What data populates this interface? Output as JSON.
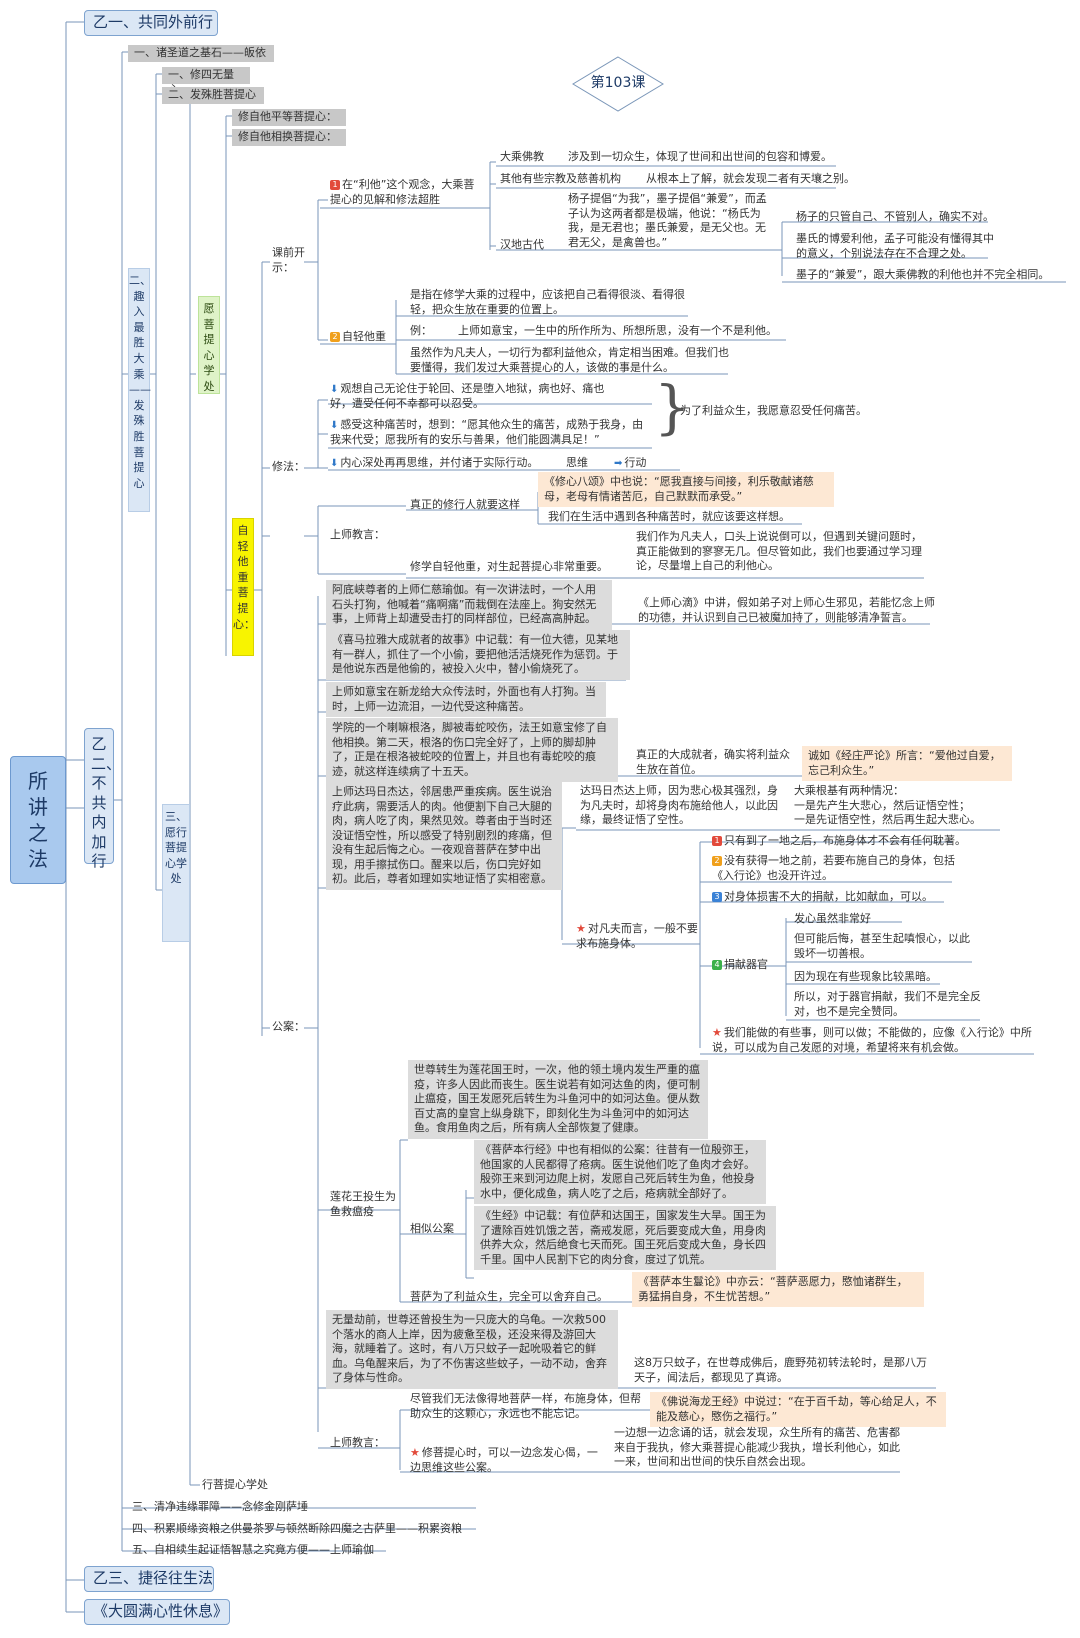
{
  "root": "所讲之法",
  "l1": {
    "common": "乙一、共同外前行",
    "uncommon": "乙二、不共内加行",
    "quick": "乙三、捷径往生法",
    "rest": "《大圆满心性休息》"
  },
  "lesson": "第103课",
  "gray": {
    "g1": "一、诸圣道之基石——皈依",
    "g11": "一、修四无量心",
    "g12": "二、发殊胜菩提心",
    "g13": "修自他平等菩提心：",
    "g14": "修自他相换菩提心："
  },
  "vert": {
    "bodhicitta": "二、趣入最胜大乘——发殊胜菩提心",
    "wish": "愿菩提心学处",
    "light": "自轻他重菩提心：",
    "practice": "三、愿行菩提心学处"
  },
  "heads": {
    "pre": "课前开示：",
    "method": "修法：",
    "teach": "上师教言：",
    "case": "公案："
  },
  "pre": {
    "c1": "在“利他”这个观念，大乘菩提心的见解和修法超胜",
    "mahayana": "大乘佛教",
    "mahayana_t": "涉及到一切众生，体现了世间和出世间的包容和博爱。",
    "others": "其他有些宗教及慈善机构",
    "others_t": "从根本上了解，就会发现二者有天壤之别。",
    "han": "汉地古代",
    "han_t": "杨子提倡“为我”，墨子提倡“兼爱”，而孟子认为这两者都是极端，他说：“杨氏为我，是无君也；墨氏兼爱，是无父也。无君无父，是禽兽也。”",
    "yang": "杨子的只管自己、不管别人，确实不对。",
    "mo": "墨氏的博爱利他，孟子可能没有懂得其中的意义，个别说法存在不合理之处。",
    "mo2": "墨子的“兼爱”，跟大乘佛教的利他也并不完全相同。",
    "c2": "自轻他重",
    "c2_t1": "是指在修学大乘的过程中，应该把自己看得很淡、看得很轻，把众生放在重要的位置上。",
    "c2_t2a": "例：",
    "c2_t2": "上师如意宝，一生中的所作所为、所想所思，没有一个不是利他。",
    "c2_t3": "虽然作为凡夫人，一切行为都利益他众，肯定相当困难。但我们也要懂得，我们发过大乘菩提心的人，该做的事是什么。"
  },
  "method": {
    "m1": "观想自己无论住于轮回、还是堕入地狱，病也好、痛也好，遭受任何不幸都可以忍受。",
    "m2": "感受这种痛苦时，想到：“愿其他众生的痛苦，成熟于我身，由我来代受；愿我所有的安乐与善果，他们能圆满具足！”",
    "m3": "内心深处再再思维，并付诸于实际行动。",
    "think": "思维",
    "act": "行动",
    "brace_t": "为了利益众生，我愿意忍受任何痛苦。"
  },
  "teach1": {
    "true": "真正的修行人就要这样",
    "q1": "《修心八颂》中也说：“愿我直接与间接，利乐敬献诸慈母，老母有情诸苦厄，自己默默而承受。”",
    "q2": "我们在生活中遇到各种痛苦时，就应该要这样想。",
    "imp": "修学自轻他重，对生起菩提心非常重要。",
    "imp_t": "我们作为凡夫人，口头上说说倒可以，但遇到关键问题时，真正能做到的寥寥无几。但尽管如此，我们也要通过学习理论，尽量增上自己的利他心。"
  },
  "case": {
    "a1": "阿底峡尊者的上师仁慈瑜伽。有一次讲法时，一个人用石头打狗，他喊着“痛啊痛”而栽倒在法座上。狗安然无事，上师背上却遭受击打的同样部位，已经高高肿起。",
    "a1_t": "《上师心滴》中讲，假如弟子对上师心生邪见，若能忆念上师的功德，并认识到自己已被魔加持了，则能够清净誓言。",
    "a2": "《喜马拉雅大成就者的故事》中记载：有一位大德，见某地有一群人，抓住了一个小偷，要把他活活烧死作为惩罚。于是他说东西是他偷的，被投入火中，替小偷烧死了。",
    "a3": "上师如意宝在新龙给大众传法时，外面也有人打狗。当时，上师一边流泪，一边代受这种痛苦。",
    "a4": "学院的一个喇嘛根洛，脚被毒蛇咬伤，法王如意宝修了自他相换。第二天，根洛的伤口完全好了，上师的脚却肿了，正是在根洛被蛇咬的位置上，并且也有毒蛇咬的痕迹，就这样连续病了十五天。",
    "a4_t": "真正的大成就者，确实将利益众生放在首位。",
    "a4_q": "诚如《经庄严论》所言：“爱他过自爱，忘己利众生。”",
    "d1": "上师达玛日杰达，邻居患严重疾病。医生说治疗此病，需要活人的肉。他便割下自己大腿的肉，病人吃了肉，果然见效。尊者由于当时还没证悟空性，所以感受了特别剧烈的疼痛，但没有生起后悔之心。一夜观音菩萨在梦中出现，用手擦拭伤口。醒来以后，伤口完好如初。此后，尊者如理如实地证悟了实相密意。",
    "d1_t": "达玛日杰达上师，因为悲心极其强烈，身为凡夫时，却将身肉布施给他人，以此因缘，最终证悟了空性。",
    "d1_r": "大乘根基有两种情况：\n一是先产生大悲心，然后证悟空性；\n一是先证悟空性，然后再生起大悲心。",
    "ord": "对凡夫而言，一般不要求布施身体。",
    "o1": "只有到了一地之后，布施身体才不会有任何耽著。",
    "o2": "没有获得一地之前，若要布施自己的身体，包括《入行论》也没开许过。",
    "o3": "对身体损害不大的捐献，比如献血，可以。",
    "o4": "捐献器官",
    "o41": "发心虽然非常好",
    "o42": "但可能后悔，甚至生起嗔恨心，以此毁坏一切善根。",
    "o43": "因为现在有些现象比较黑暗。",
    "o44": "所以，对于器官捐献，我们不是完全反对，也不是完全赞同。",
    "o5": "我们能做的有些事，则可以做；不能做的，应像《入行论》中所说，可以成为自己发愿的对境，希望将来有机会做。",
    "lotus": "莲花王投生为鱼救瘟疫",
    "lotus_t": "世尊转生为莲花国王时，一次，他的领土境内发生严重的瘟疫，许多人因此而丧生。医生说若有如河达鱼的肉，便可制止瘟疫，国王发愿死后转生为斗鱼河中的如河达鱼。便从数百丈高的皇宫上纵身跳下，即刻化生为斗鱼河中的如河达鱼。食用鱼肉之后，所有病人全部恢复了健康。",
    "sim": "相似公案",
    "sim1": "《菩萨本行经》中也有相似的公案：往昔有一位殷弥王，他国家的人民都得了疮病。医生说他们吃了鱼肉才会好。殷弥王来到河边爬上树，发愿自己死后转生为鱼，他投身水中，便化成鱼，病人吃了之后，疮病就全部好了。",
    "sim2": "《生经》中记载：有位萨和达国王，国家发生大旱。国王为了遭除百姓饥饿之苦，斋戒发愿，死后要变成大鱼，用身肉供养大众，然后绝食七天而死。国王死后变成大鱼，身长四千里。国中人民割下它的肉分食，度过了饥荒。",
    "bod": "菩萨为了利益众生，完全可以舍弃自己。",
    "bod_q": "《菩萨本生鬘论》中亦云：“菩萨恶愿力，愍恤诸群生，勇猛捐自身，不生忧苦想。”",
    "turtle": "无量劫前，世尊还曾投生为一只庞大的乌龟。一次救500个落水的商人上岸，因为疲惫至极，还没来得及游回大海，就睡着了。这时，有八万只蚊子一起吮吸着它的鲜血。乌龟醒来后，为了不伤害这些蚊子，一动不动，舍弃了身体与性命。",
    "turtle_t": "这8万只蚊子，在世尊成佛后，鹿野苑初转法轮时，是那八万天子，闻法后，都现见了真谛。"
  },
  "teach2": {
    "head": "上师教言：",
    "t1": "尽管我们无法像得地菩萨一样，布施身体，但帮助众生的这颗心，永远也不能忘记。",
    "t1_q": "《佛说海龙王经》中说过：“在于百千劫，等心给足人，不能及慈心，愍伤之福行。”",
    "t2": "修菩提心时，可以一边念发心偈，一边思维这些公案。",
    "t2_t": "一边想一边念诵的话，就会发现，众生所有的痛苦、危害都来自于我执，修大乘菩提心能减少我执，增长利他心，如此一来，世间和出世间的快乐自然会出现。"
  },
  "tail": {
    "practice2": "行菩提心学处",
    "three": "三、清净违缘罪障——念修金刚萨埵",
    "four": "四、积累顺缘资粮之供曼茶罗与顿然断除四魔之古萨里——积累资粮",
    "five": "五、自相续生起证悟智慧之究竟方便——上师瑜伽"
  }
}
